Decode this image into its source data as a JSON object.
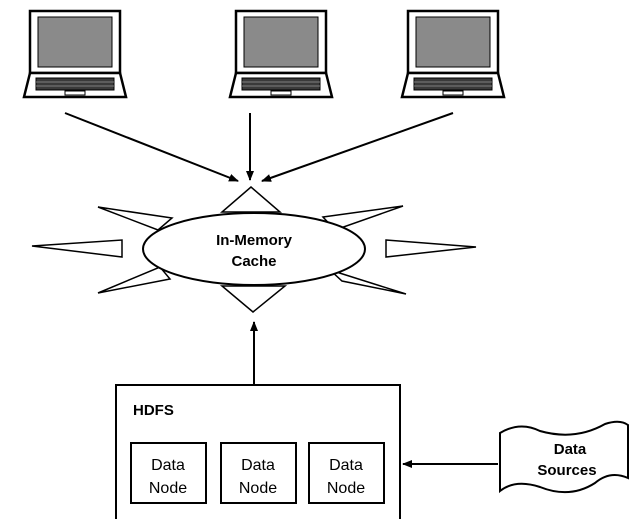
{
  "cache": {
    "line1": "In-Memory",
    "line2": "Cache"
  },
  "hdfs": {
    "title": "HDFS",
    "nodes": [
      {
        "line1": "Data",
        "line2": "Node"
      },
      {
        "line1": "Data",
        "line2": "Node"
      },
      {
        "line1": "Data",
        "line2": "Node"
      }
    ]
  },
  "sources": {
    "line1": "Data",
    "line2": "Sources"
  },
  "clients": [
    {
      "icon": "laptop-icon"
    },
    {
      "icon": "laptop-icon"
    },
    {
      "icon": "laptop-icon"
    }
  ]
}
